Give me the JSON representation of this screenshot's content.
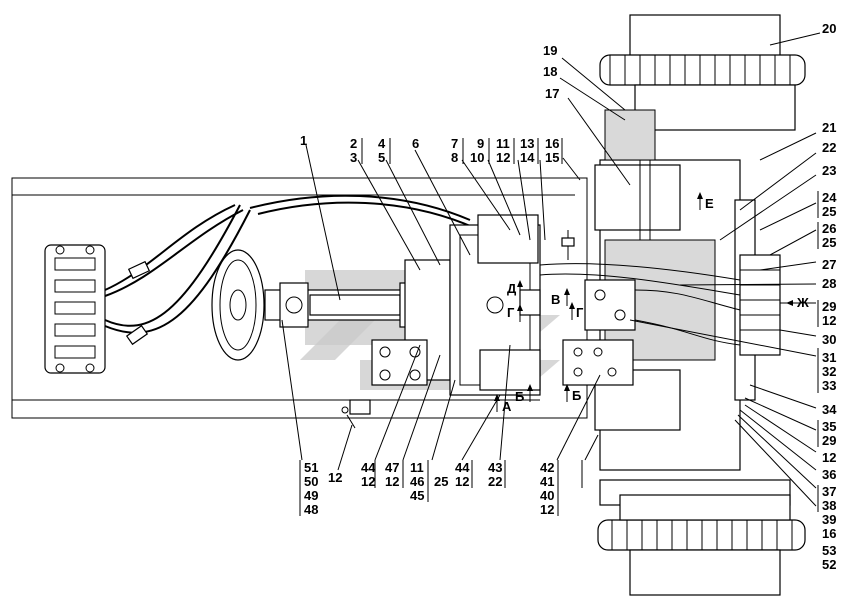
{
  "callouts": [
    "1",
    "2",
    "3",
    "4",
    "5",
    "6",
    "7",
    "8",
    "9",
    "10",
    "11",
    "12",
    "13",
    "14",
    "16",
    "15",
    "17",
    "18",
    "19",
    "20",
    "21",
    "22",
    "23",
    "24",
    "25",
    "26",
    "25",
    "27",
    "28",
    "29",
    "12",
    "30",
    "31",
    "32",
    "33",
    "34",
    "35",
    "29",
    "12",
    "36",
    "37",
    "38",
    "39",
    "16",
    "53",
    "52",
    "51",
    "50",
    "49",
    "48",
    "12",
    "44",
    "12",
    "47",
    "12",
    "11",
    "46",
    "45",
    "25",
    "44",
    "12",
    "43",
    "22",
    "42",
    "41",
    "40",
    "12"
  ],
  "view_marks": [
    "Е",
    "Д",
    "Г",
    "В",
    "Г",
    "Ж",
    "Б",
    "А",
    "Б"
  ]
}
